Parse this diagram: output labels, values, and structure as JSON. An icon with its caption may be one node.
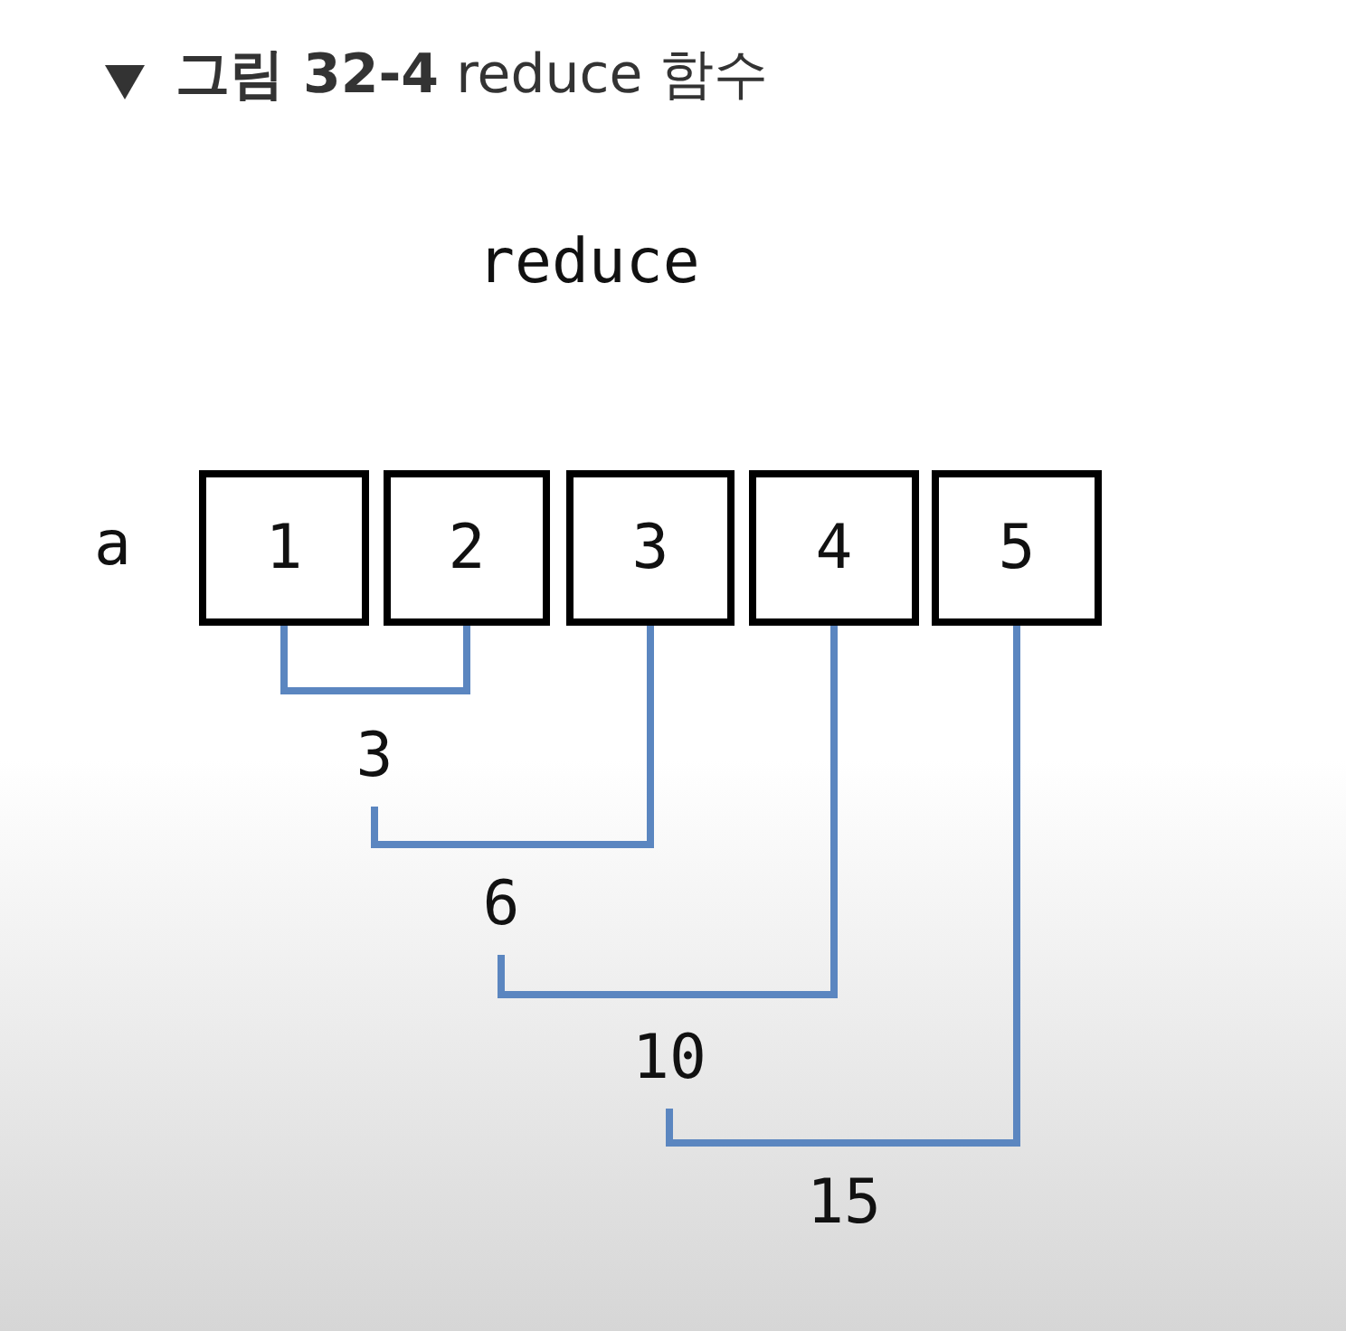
{
  "diagram": {
    "title": "**그림 32-4** reduce 함수",
    "nodes": [
      {
        "text": [
          "1"
        ]
      },
      {
        "text": [
          "2"
        ]
      },
      {
        "text": [
          "3"
        ]
      },
      {
        "text": [
          "4"
        ]
      },
      {
        "text": [
          "5"
        ]
      },
      {
        "text": [
          "3"
        ]
      },
      {
        "text": [
          "6"
        ]
      },
      {
        "text": [
          "10"
        ]
      }
    ],
    "edges": [
      {
        "from": 0,
        "to": 1,
        "arrow": "none"
      },
      {
        "from": 5,
        "to": 2,
        "arrow": "none"
      },
      {
        "from": 6,
        "to": 3,
        "arrow": "none"
      },
      {
        "from": 7,
        "to": 4,
        "arrow": "none"
      }
    ],
    "labels": [
      "reduce",
      "a",
      "15"
    ]
  }
}
